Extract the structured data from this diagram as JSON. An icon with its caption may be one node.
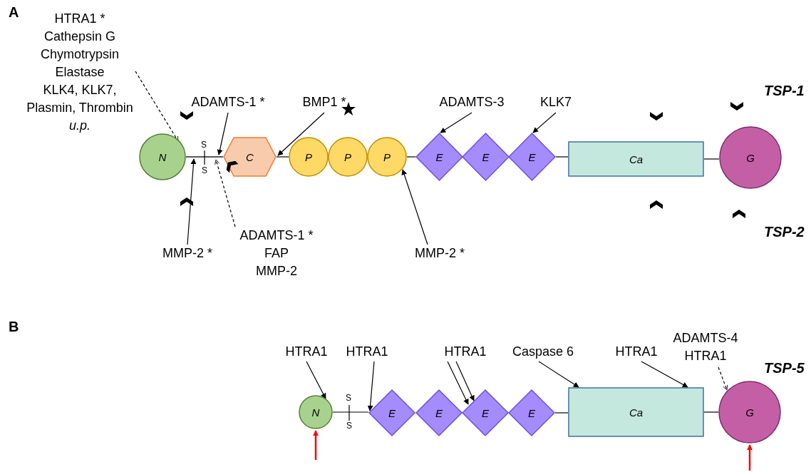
{
  "diagram": {
    "nodes": [
      {
        "text": [
          "HTRA1 *",
          "Cathepsin G",
          "Chymotrypsin",
          "Elastase",
          "KLK4, KLK7, Plasmin, Thrombin",
          "u.p."
        ]
      },
      {
        "text": [
          "ADAMTS-1 *"
        ]
      },
      {
        "text": [
          "BMP1 *"
        ]
      },
      {
        "text": [
          "ADAMTS-3"
        ]
      },
      {
        "text": [
          "KLK7"
        ]
      },
      {
        "text": [
          "N"
        ]
      },
      {
        "text": [
          "C"
        ]
      },
      {
        "text": [
          "P"
        ]
      },
      {
        "text": [
          "P"
        ]
      },
      {
        "text": [
          "P"
        ]
      },
      {
        "text": [
          "E"
        ]
      },
      {
        "text": [
          "E"
        ]
      },
      {
        "text": [
          "E"
        ]
      },
      {
        "text": [
          "Ca"
        ]
      },
      {
        "text": [
          "G"
        ]
      },
      {
        "text": [
          "MMP-2 *"
        ]
      },
      {
        "text": [
          "ADAMTS-1 *",
          "FAP",
          "MMP-2"
        ]
      },
      {
        "text": [
          "MMP-2 *"
        ]
      },
      {
        "text": [
          "HTRA1"
        ]
      },
      {
        "text": [
          "HTRA1"
        ]
      },
      {
        "text": [
          "HTRA1"
        ]
      },
      {
        "text": [
          "Caspase 6"
        ]
      },
      {
        "text": [
          "HTRA1"
        ]
      },
      {
        "text": [
          "ADAMTS-4",
          "HTRA1"
        ]
      },
      {
        "text": [
          "N"
        ]
      },
      {
        "text": [
          "E"
        ]
      },
      {
        "text": [
          "E"
        ]
      },
      {
        "text": [
          "E"
        ]
      },
      {
        "text": [
          "E"
        ]
      },
      {
        "text": [
          "Ca"
        ]
      },
      {
        "text": [
          "G"
        ]
      },
      {
        "text": [],
        "shape": "bar"
      }
    ],
    "edges": [
      {
        "from": 0,
        "to": 5,
        "arrow": "to",
        "style": "dashed"
      },
      {
        "from": 1,
        "to": 31,
        "arrow": "to"
      },
      {
        "from": 2,
        "to": 6,
        "arrow": "to"
      },
      {
        "from": 3,
        "to": 10,
        "arrow": "to"
      },
      {
        "from": 4,
        "to": 12,
        "arrow": "to"
      },
      {
        "from": 15,
        "to": 31,
        "arrow": "to"
      },
      {
        "from": 16,
        "to": 31,
        "arrow": "to",
        "style": "dashed"
      },
      {
        "from": 17,
        "to": 9,
        "arrow": "to"
      },
      {
        "from": 6,
        "to": 7,
        "arrow": "none"
      },
      {
        "from": 9,
        "to": 10,
        "arrow": "none"
      },
      {
        "from": 12,
        "to": 13,
        "arrow": "none"
      },
      {
        "from": 13,
        "to": 14,
        "arrow": "none"
      },
      {
        "from": 18,
        "to": 24,
        "arrow": "to"
      },
      {
        "from": 19,
        "to": 25,
        "arrow": "to"
      },
      {
        "from": 20,
        "to": 27,
        "arrow": "to"
      },
      {
        "from": 20,
        "to": 27,
        "arrow": "to"
      },
      {
        "from": 21,
        "to": 29,
        "arrow": "to"
      },
      {
        "from": 22,
        "to": 29,
        "arrow": "to"
      },
      {
        "from": 23,
        "to": 30,
        "arrow": "to",
        "style": "dashed"
      },
      {
        "from": null,
        "to": 24,
        "arrow": "to",
        "color": "#ff0000"
      },
      {
        "from": null,
        "to": 30,
        "arrow": "to",
        "color": "#ff0000"
      },
      {
        "from": 24,
        "to": 25,
        "arrow": "none"
      },
      {
        "from": 28,
        "to": 29,
        "arrow": "none"
      },
      {
        "from": 29,
        "to": 30,
        "arrow": "none"
      }
    ],
    "labels": [
      "A",
      "TSP-1",
      "S",
      "S",
      "TSP-2",
      "B",
      "TSP-5",
      "S",
      "S"
    ]
  }
}
